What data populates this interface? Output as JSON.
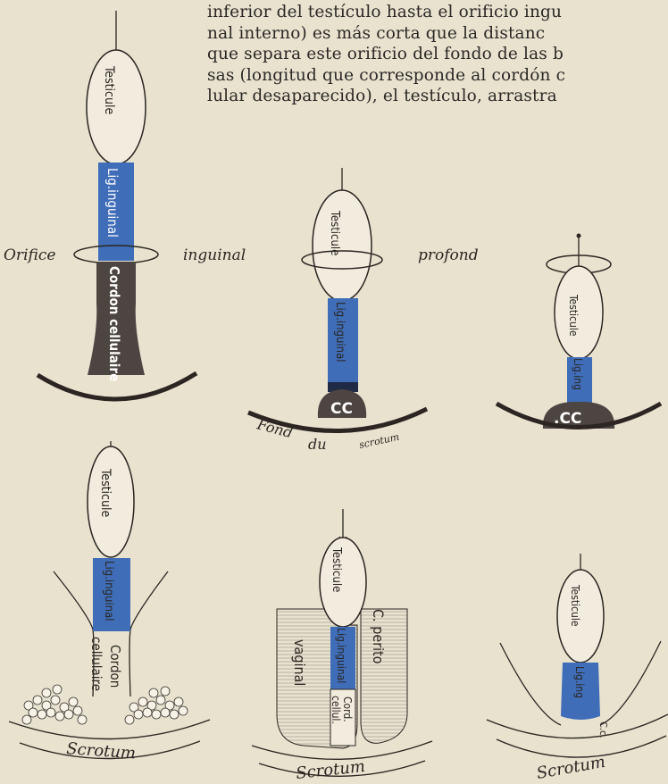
{
  "text_lines": [
    "inferior del testículo hasta el orificio ingu",
    "nal interno) es más corta que la distanc",
    "que separa este orificio del fondo de las b",
    "sas (longitud que corresponde al cordón c",
    "lular desaparecido), el testículo, arrastra"
  ],
  "labels": {
    "testicule": "Testicule",
    "lig_inguinal": "Lig.inguinal",
    "lig_inguinal_short": "Lig.inguinal",
    "lig_ing": "Lig.ing",
    "lig_ing_abbr": "Lig.ing",
    "orifice": "Orifice",
    "inguinal": "inguinal",
    "profond": "profond",
    "cordon_cellulaire": "Cordon cellulaire",
    "cc": "CC",
    "cc_dotted": ".CC",
    "fond": "Fond",
    "du": "du",
    "scrotum_lower": "scrotum",
    "cordon": "Cordon",
    "cellulaire": "cellulaire",
    "scrotum": "Scrotum",
    "c_perito": "C. perito",
    "vaginal": "vaginal",
    "cord": "Cord.",
    "cellul": "cellul.",
    "cc_small": "C.c."
  },
  "colors": {
    "paper": "#e8e2cf",
    "ink": "#2b2622",
    "ligament_blue": "#3f6db8",
    "cordon_dark": "#4d4541"
  }
}
